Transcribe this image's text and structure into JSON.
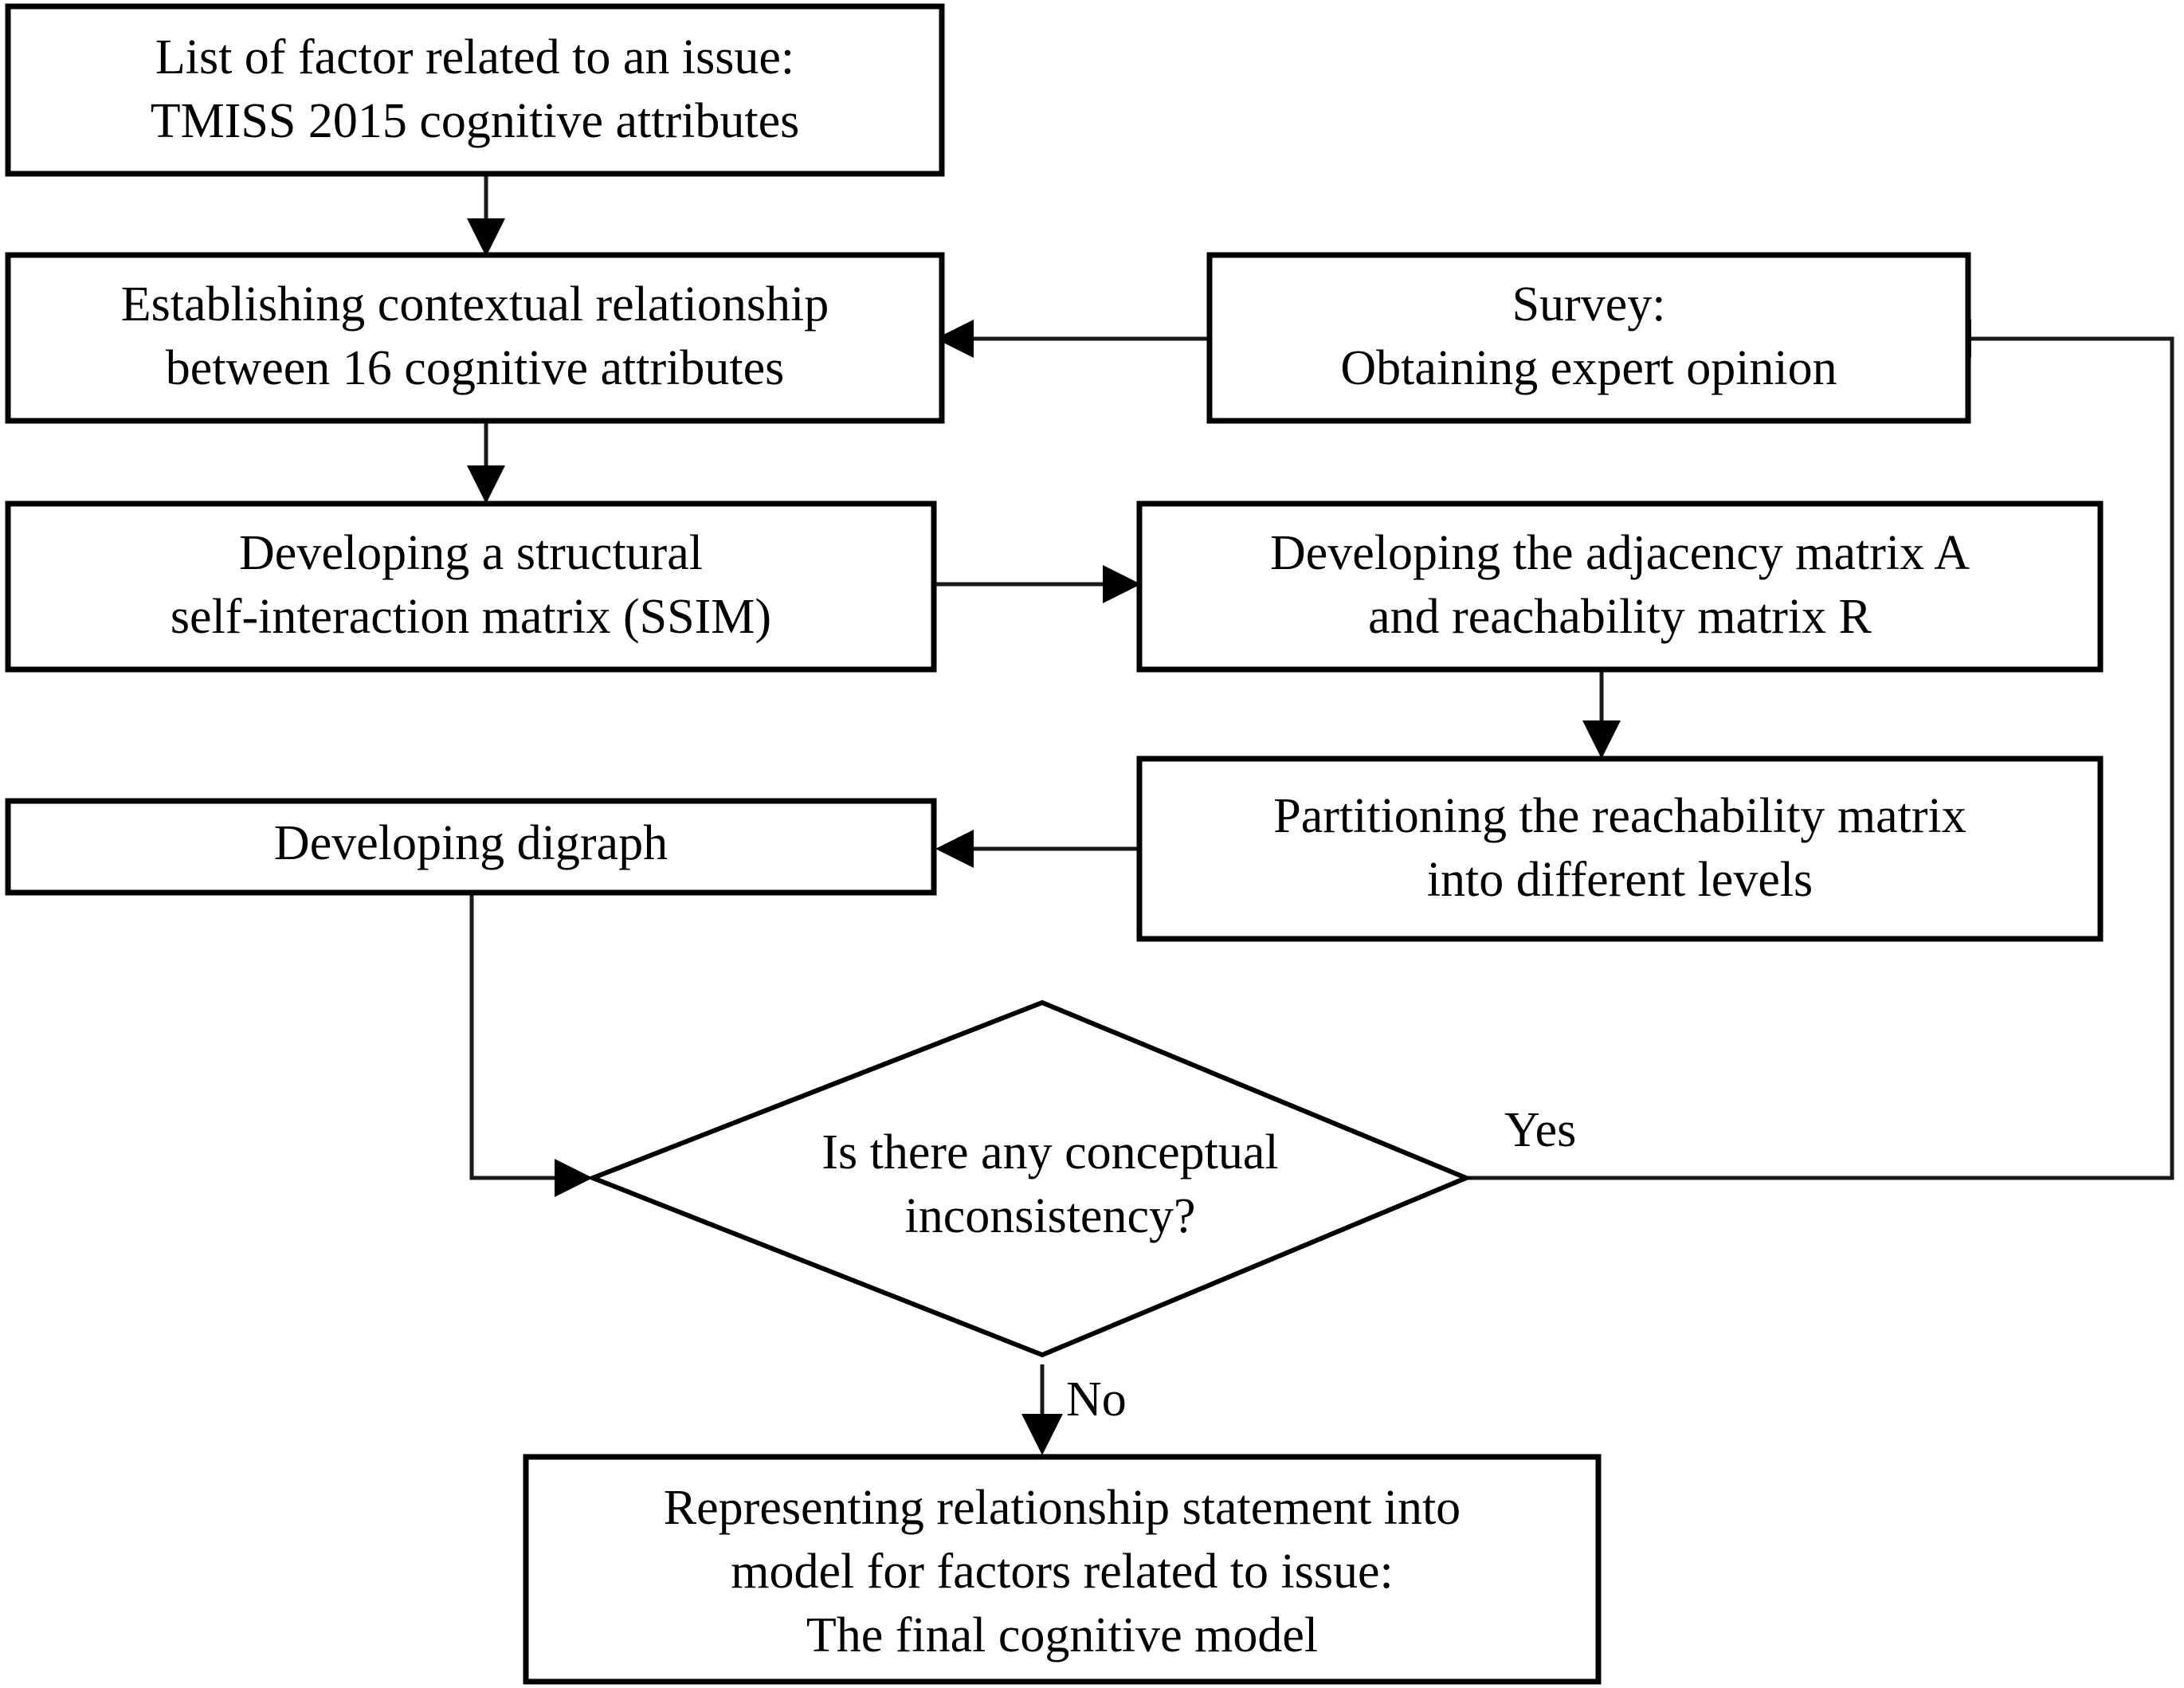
{
  "diagram": {
    "title": "ISM methodology flowchart",
    "background_color": "#ffffff",
    "line_color": "#000000",
    "nodes": {
      "factor_list": {
        "shape": "rectangle",
        "lines": [
          "List of factor related to an issue:",
          "TMISS 2015 cognitive attributes"
        ]
      },
      "contextual_relationship": {
        "shape": "rectangle",
        "lines": [
          "Establishing contextual relationship",
          "between 16 cognitive attributes"
        ]
      },
      "survey": {
        "shape": "rectangle",
        "lines": [
          "Survey:",
          "Obtaining expert opinion"
        ]
      },
      "ssim": {
        "shape": "rectangle",
        "lines": [
          "Developing a structural",
          "self-interaction matrix (SSIM)"
        ]
      },
      "adjacency_matrix": {
        "shape": "rectangle",
        "lines": [
          "Developing the adjacency matrix A",
          "and reachability matrix R"
        ]
      },
      "partitioning": {
        "shape": "rectangle",
        "lines": [
          "Partitioning the reachability matrix",
          "into different levels"
        ]
      },
      "digraph": {
        "shape": "rectangle",
        "lines": [
          "Developing digraph"
        ]
      },
      "decision": {
        "shape": "diamond",
        "lines": [
          "Is there any conceptual",
          "inconsistency?"
        ]
      },
      "final_model": {
        "shape": "rectangle",
        "lines": [
          "Representing relationship statement into",
          "model for factors related to issue:",
          "The final cognitive model"
        ]
      }
    },
    "edge_labels": {
      "yes": "Yes",
      "no": "No"
    }
  }
}
